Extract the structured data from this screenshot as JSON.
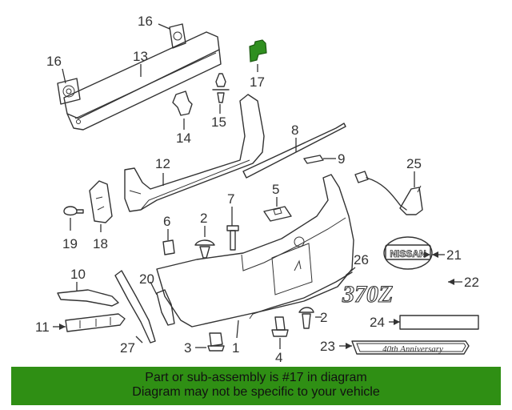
{
  "diagram": {
    "highlight_color": "#2f8f1f",
    "callouts": {
      "c1": "1",
      "c2a": "2",
      "c2b": "2",
      "c3": "3",
      "c4": "4",
      "c5": "5",
      "c6": "6",
      "c7": "7",
      "c8": "8",
      "c9": "9",
      "c10": "10",
      "c11": "11",
      "c12": "12",
      "c13": "13",
      "c14": "14",
      "c15": "15",
      "c16a": "16",
      "c16b": "16",
      "c17": "17",
      "c18": "18",
      "c19": "19",
      "c20": "20",
      "c21": "21",
      "c22": "22",
      "c23": "23",
      "c24": "24",
      "c25": "25",
      "c26": "26",
      "c27": "27"
    },
    "badge_nissan": "NISSAN",
    "badge_370z": "370Z",
    "badge_anniversary": "40th Anniversary"
  },
  "footer": {
    "background_color": "#2f8f14",
    "line1": "Part or sub-assembly is #17 in diagram",
    "line2": "Diagram may not be specific to your vehicle"
  }
}
